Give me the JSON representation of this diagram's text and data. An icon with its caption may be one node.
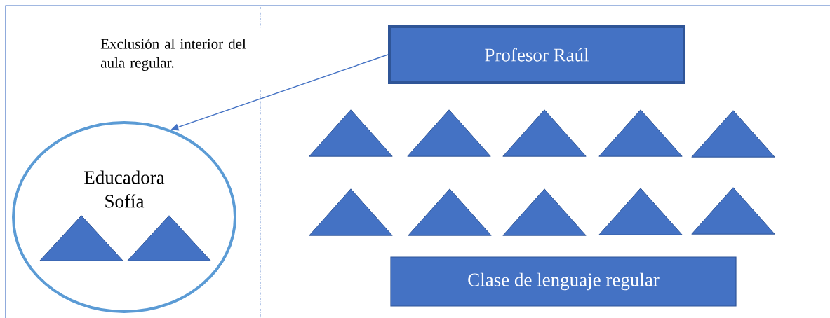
{
  "diagram": {
    "nodes": [
      {
        "text": [
          "Profesor Raúl"
        ]
      },
      {
        "text": [
          "Educadora Sofía"
        ]
      },
      {
        "text": [],
        "shape": "triangle",
        "in": 1
      },
      {
        "text": [],
        "shape": "triangle",
        "in": 1
      },
      {
        "text": [],
        "shape": "triangle"
      },
      {
        "text": [],
        "shape": "triangle"
      },
      {
        "text": [],
        "shape": "triangle"
      },
      {
        "text": [],
        "shape": "triangle"
      },
      {
        "text": [],
        "shape": "triangle"
      },
      {
        "text": [],
        "shape": "triangle"
      },
      {
        "text": [],
        "shape": "triangle"
      },
      {
        "text": [],
        "shape": "triangle"
      },
      {
        "text": [],
        "shape": "triangle"
      },
      {
        "text": [],
        "shape": "triangle"
      },
      {
        "text": [
          "Clase de lenguaje regular"
        ]
      }
    ],
    "edges": [
      {
        "from": 0,
        "to": 1,
        "arrow": "to"
      }
    ],
    "labels": [
      "Exclusión al interior del aula regular."
    ]
  }
}
